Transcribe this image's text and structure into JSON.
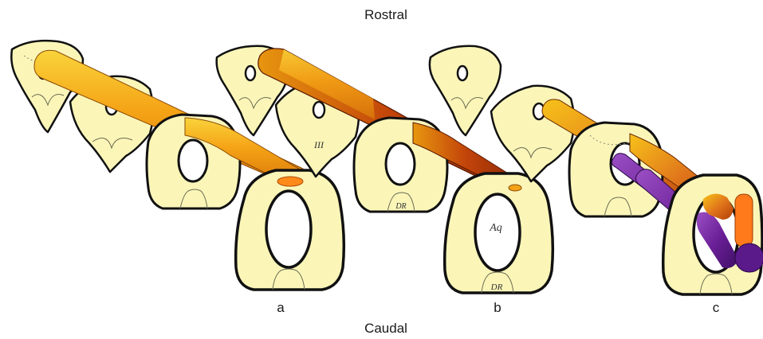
{
  "labels": {
    "top": "Rostral",
    "bottom": "Caudal"
  },
  "panels": [
    {
      "letter": "a",
      "section_labels": []
    },
    {
      "letter": "b",
      "section_labels": [
        "III",
        "DR",
        "Aq",
        "DR"
      ]
    },
    {
      "letter": "c",
      "section_labels": []
    }
  ],
  "colors": {
    "tissue": "#fbf6b8",
    "outline": "#111111",
    "tube_orange": "#f39c12",
    "tube_dark_orange": "#d35400",
    "tube_yellow": "#f7c21a",
    "tube_purple": "#5b1a8a",
    "tube_violet": "#7d2ca8",
    "tube_bright_orange": "#ff7a1a"
  }
}
